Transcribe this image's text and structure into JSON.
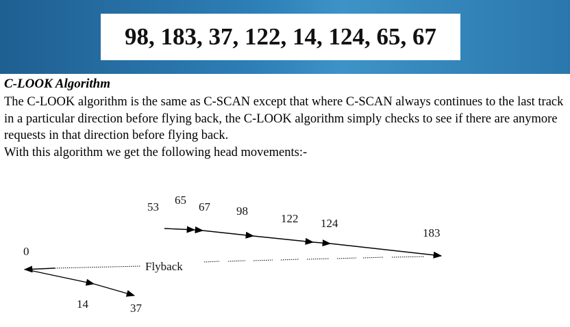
{
  "banner": {
    "queue_text": "98, 183, 37, 122, 14, 124, 65, 67"
  },
  "section": {
    "title": "C-LOOK Algorithm",
    "paragraph": "The C-LOOK algorithm is the same as C-SCAN except that where C-SCAN always continues to the last track in a particular direction before flying back, the C-LOOK algorithm simply checks to see if there are anymore requests in that direction before flying back.",
    "intro": "With this algorithm we get the following head movements:-"
  },
  "diagram": {
    "upper_labels": [
      "53",
      "65",
      "67",
      "98",
      "122",
      "124",
      "183"
    ],
    "lower_labels": [
      "0",
      "14",
      "37"
    ],
    "flyback_label": "Flyback"
  }
}
